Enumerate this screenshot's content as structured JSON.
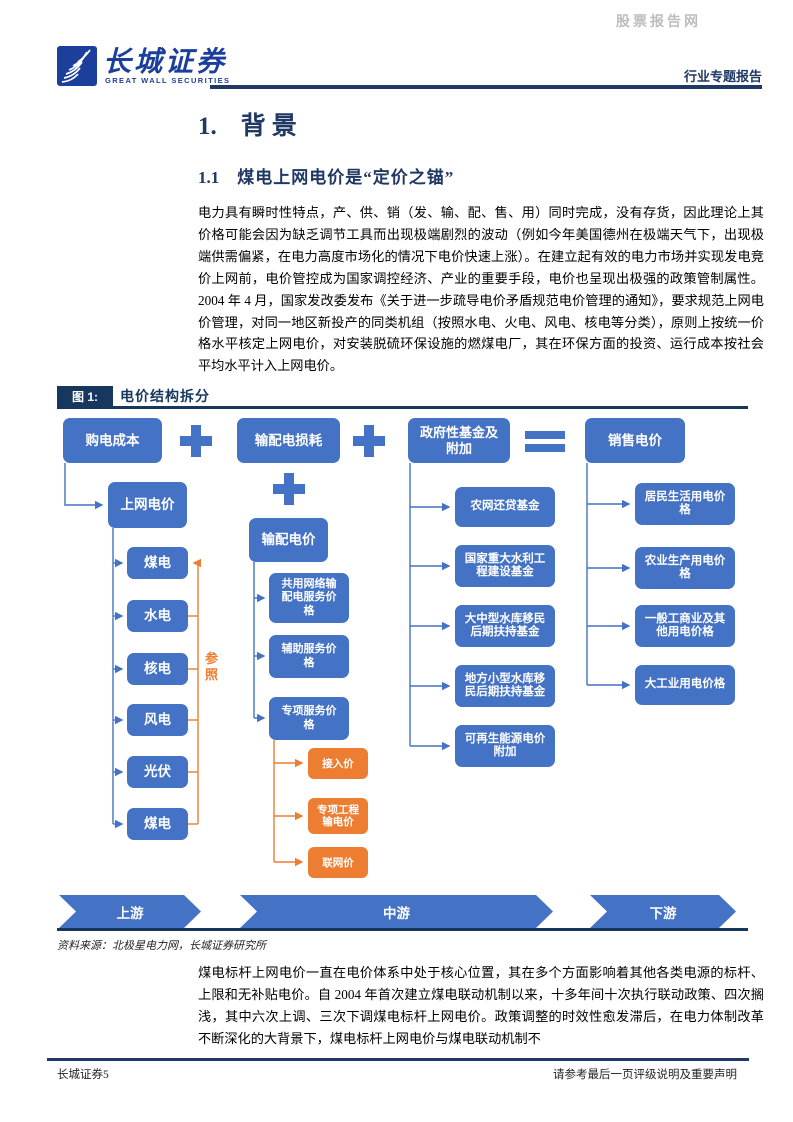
{
  "header": {
    "watermark": "股票报告网",
    "logo_name": "长城证券",
    "logo_subtitle": "GREAT WALL SECURITIES",
    "report_type": "行业专题报告"
  },
  "title": {
    "number": "1.",
    "text": "背景"
  },
  "subtitle": {
    "number": "1.1",
    "text": "煤电上网电价是“定价之锚”"
  },
  "paragraphs": {
    "p1": "电力具有瞬时性特点，产、供、销（发、输、配、售、用）同时完成，没有存货，因此理论上其价格可能会因为缺乏调节工具而出现极端剧烈的波动（例如今年美国德州在极端天气下，出现极端供需偏紧，在电力高度市场化的情况下电价快速上涨）。在建立起有效的电力市场并实现发电竞价上网前，电价管控成为国家调控经济、产业的重要手段，电价也呈现出极强的政策管制属性。2004 年 4 月，国家发改委发布《关于进一步疏导电价矛盾规范电价管理的通知》，要求规范上网电价管理，对同一地区新投产的同类机组（按照水电、火电、风电、核电等分类），原则上按统一价格水平核定上网电价，对安装脱硫环保设施的燃煤电厂，其在环保方面的投资、运行成本按社会平均水平计入上网电价。",
    "p2": "煤电标杆上网电价一直在电价体系中处于核心位置，其在多个方面影响着其他各类电源的标杆、上限和无补贴电价。自 2004 年首次建立煤电联动机制以来，十多年间十次执行联动政策、四次搁浅，其中六次上调、三次下调煤电标杆上网电价。政策调整的时效性愈发滞后，在电力体制改革不断深化的大背景下，煤电标杆上网电价与煤电联动机制不"
  },
  "figure": {
    "tag": "图 1:",
    "caption": "电价结构拆分",
    "source": "资料来源：北极星电力网，长城证券研究所",
    "colors": {
      "box_blue": "#4472C4",
      "box_orange": "#ED7D31",
      "navy": "#1F3864"
    },
    "icons": {
      "plus": "plus-icon",
      "equals": "equals-icon"
    },
    "top_row": {
      "cost": "购电成本",
      "loss": "输配电损耗",
      "funds": "政府性基金及附加",
      "sale": "销售电价"
    },
    "col1": {
      "head": "上网电价",
      "children": [
        "煤电",
        "水电",
        "核电",
        "风电",
        "光伏",
        "煤电"
      ],
      "ref_label": "参照"
    },
    "col2": {
      "head": "输配电价",
      "children": [
        "共用网络输配电服务价格",
        "辅助服务价格",
        "专项服务价格"
      ],
      "special": [
        "接入价",
        "专项工程输电价",
        "联网价"
      ]
    },
    "col3": {
      "children": [
        "农网还贷基金",
        "国家重大水利工程建设基金",
        "大中型水库移民后期扶持基金",
        "地方小型水库移民后期扶持基金",
        "可再生能源电价附加"
      ]
    },
    "col4": {
      "children": [
        "居民生活用电价格",
        "农业生产用电价格",
        "一般工商业及其他用电价格",
        "大工业用电价格"
      ]
    },
    "flow": [
      "上游",
      "中游",
      "下游"
    ]
  },
  "footer": {
    "left": "长城证券5",
    "right": "请参考最后一页评级说明及重要声明"
  }
}
